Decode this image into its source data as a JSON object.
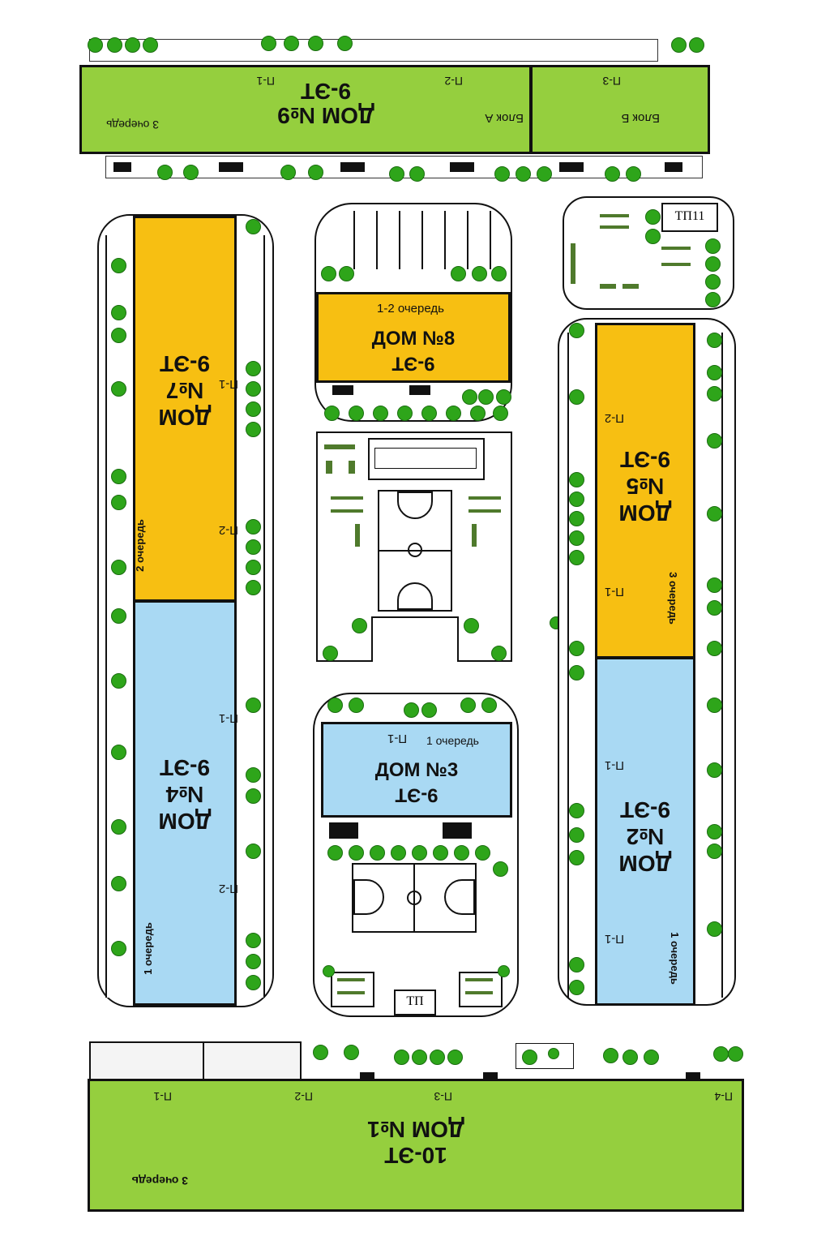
{
  "buildings": {
    "house9": {
      "name": "ДОМ №9",
      "floors": "9-ЭТ",
      "queue": "3 очередь",
      "block_a": "Блок А",
      "block_b": "Блок Б",
      "entrances": [
        "П-1",
        "П-2",
        "П-3"
      ]
    },
    "house7": {
      "name_line1": "ДОМ",
      "name_line2": "№7",
      "floors": "9-ЭТ",
      "queue": "2 очередь",
      "entrances": [
        "П-2",
        "П-1"
      ]
    },
    "house8": {
      "name": "ДОМ №8",
      "floors": "9-ЭТ",
      "queue": "1-2 очередь"
    },
    "house5": {
      "name_line1": "ДОМ",
      "name_line2": "№5",
      "floors": "9-ЭТ",
      "queue": "3 очередь",
      "entrances": [
        "П-2",
        "П-1"
      ]
    },
    "house4": {
      "name_line1": "ДОМ",
      "name_line2": "№4",
      "floors": "9-ЭТ",
      "queue": "1 очередь",
      "entrances": [
        "П-2",
        "П-1"
      ]
    },
    "house3": {
      "name": "ДОМ №3",
      "floors": "9-ЭТ",
      "queue": "1 очередь",
      "entrance": "П-1"
    },
    "house2": {
      "name_line1": "ДОМ",
      "name_line2": "№2",
      "floors": "9-ЭТ",
      "queue": "1 очередь",
      "entrances": [
        "П-1",
        "П-1"
      ]
    },
    "house1": {
      "name": "ДОМ №1",
      "floors": "10-ЭТ",
      "queue": "3 очередь",
      "entrances": [
        "П-1",
        "П-2",
        "П-3",
        "П-4"
      ]
    }
  },
  "substations": {
    "tp_top": "ТП11",
    "tp_bottom": "ТП"
  },
  "colors": {
    "first_queue": "#a9d9f3",
    "second_queue": "#f7bf12",
    "third_queue": "#95cf3e",
    "trees": "#2ea51a"
  }
}
